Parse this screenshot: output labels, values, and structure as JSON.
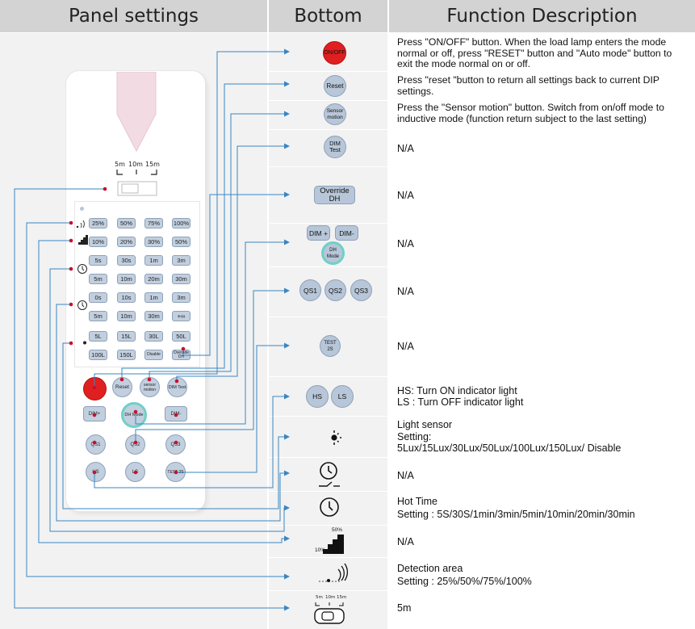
{
  "headers": {
    "panel": "Panel settings",
    "bottom": "Bottom",
    "function": "Function Description"
  },
  "bottom_buttons": {
    "onoff": "ON/OFF",
    "reset": "Reset",
    "sensor_1": "Sensor",
    "sensor_2": "motion",
    "dimtest_1": "DIM",
    "dimtest_2": "Test",
    "override_1": "Override",
    "override_2": "DH",
    "dim_plus": "DIM +",
    "dim_minus": "DIM-",
    "dh_mode_1": "DH",
    "dh_mode_2": "Mode",
    "qs1": "QS1",
    "qs2": "QS2",
    "qs3": "QS3",
    "test_1": "TEST",
    "test_2": "2S",
    "hs": "HS",
    "ls": "LS",
    "icon_50": "50%",
    "icon_10": "10%",
    "sw_5m": "5m",
    "sw_10m": "10m",
    "sw_15m": "15m"
  },
  "descriptions": {
    "onoff": "Press \"ON/OFF\" button.  When the load lamp enters the mode normal or off, press \"RESET\" button and \"Auto mode\" button to exit the mode normal on or off.",
    "reset": "Press \"reset \"button to return all settings back to current DIP settings.",
    "sensor": "Press the \"Sensor motion\" button. Switch from on/off mode to inductive mode (function return subject to the last setting)",
    "dimtest": "N/A",
    "override": "N/A",
    "dim": "N/A",
    "qs": "N/A",
    "test": "N/A",
    "hs": "HS: Turn ON indicator light",
    "ls": "LS : Turn OFF indicator light",
    "light_1": "Light sensor",
    "light_2": "Setting:",
    "light_3": "5Lux/15Lux/30Lux/50Lux/100Lux/150Lux/ Disable",
    "hold": "N/A",
    "hot_1": "Hot Time",
    "hot_2": "Setting : 5S/30S/1min/3min/5min/10min/20min/30min",
    "standby": "N/A",
    "detect_1": "Detection area",
    "detect_2": "Setting : 25%/50%/75%/100%",
    "range": "5m"
  },
  "remote": {
    "sw_5m": "5m",
    "sw_10m": "10m",
    "sw_15m": "15m",
    "row1": [
      "25%",
      "50%",
      "75%",
      "100%"
    ],
    "row2": [
      "10%",
      "20%",
      "30%",
      "50%"
    ],
    "row3": [
      "5s",
      "30s",
      "1m",
      "3m"
    ],
    "row4": [
      "5m",
      "10m",
      "20m",
      "30m"
    ],
    "row5": [
      "0s",
      "10s",
      "1m",
      "3m"
    ],
    "row6": [
      "5m",
      "10m",
      "30m",
      "+∞"
    ],
    "row7": [
      "5L",
      "15L",
      "30L",
      "50L"
    ],
    "row8": [
      "100L",
      "150L",
      "Disable",
      "Override DH"
    ],
    "reset": "Reset",
    "sensor": "sensor motion",
    "dimtest": "DIM Test",
    "dim_plus": "DIM+",
    "dh": "DH Mode",
    "dim_minus": "DIM-",
    "qs1": "QS1",
    "qs2": "QS2",
    "qs3": "QS3",
    "hs": "HS",
    "ls": "LS",
    "test": "TEST 2S"
  },
  "colors": {
    "header_bg": "#d3d3d3",
    "cell_bg": "#f2f2f2",
    "button_blue": "#b7c6d8",
    "line_blue": "#3a86c2",
    "onoff_red": "#e02020",
    "dot_red": "#c8102e"
  }
}
